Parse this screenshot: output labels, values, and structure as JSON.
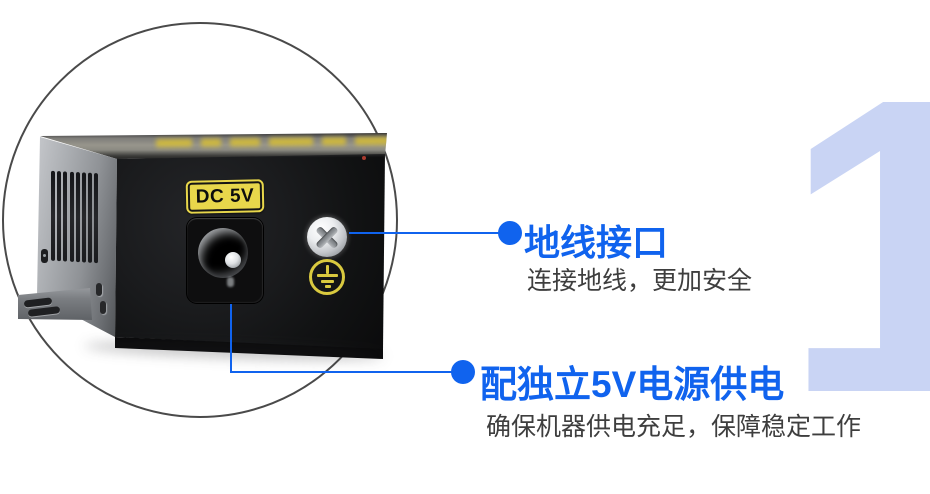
{
  "page": {
    "background_color": "#ffffff",
    "step_number": "1"
  },
  "device": {
    "power_label": "DC 5V",
    "icons": {
      "screw": "phillips-screw-icon",
      "ground": "earth-ground-symbol-icon",
      "jack": "dc-power-jack",
      "vents": "ventilation-slots",
      "bracket": "mounting-bracket"
    }
  },
  "annotations": [
    {
      "title": "地线接口",
      "desc": "连接地线，更加安全"
    },
    {
      "title": "配独立5V电源供电",
      "desc": "确保机器供电充足，保障稳定工作"
    }
  ],
  "colors": {
    "accent_blue": "#1063ee",
    "numeral_blue": "#c9d4f4",
    "label_yellow": "#e8d74b",
    "ground_symbol_yellow": "#d9c93f",
    "desc_gray": "#3e3e3e"
  }
}
